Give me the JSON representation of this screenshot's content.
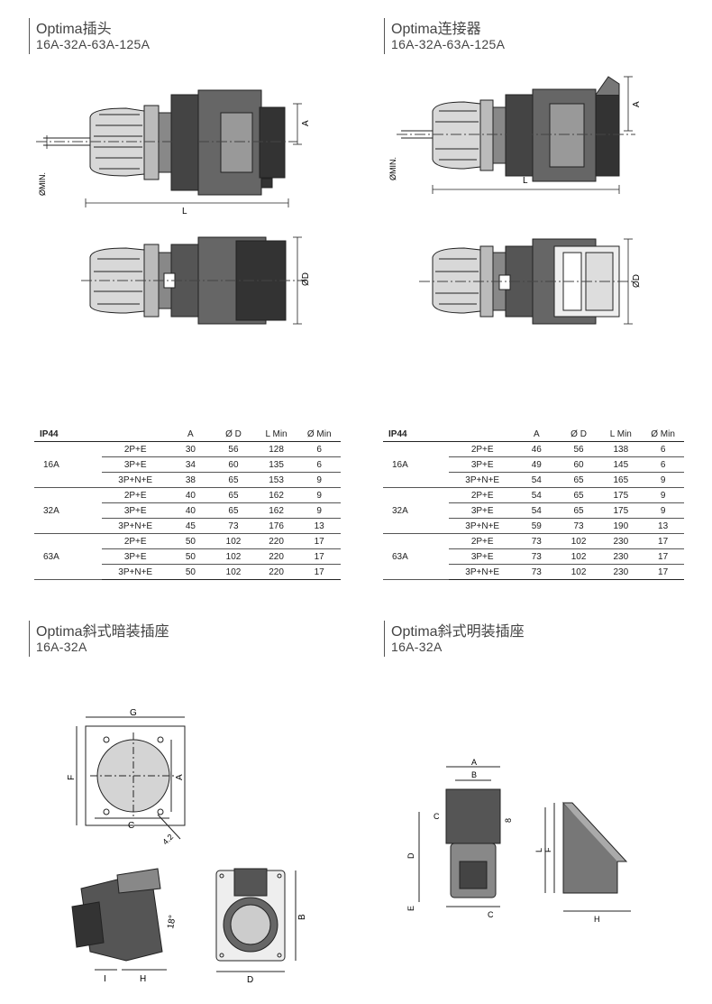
{
  "sections": {
    "plug": {
      "title": "Optima插头",
      "subtitle": "16A-32A-63A-125A"
    },
    "connector": {
      "title": "Optima连接器",
      "subtitle": "16A-32A-63A-125A"
    },
    "flush_socket": {
      "title": "Optima斜式暗装插座",
      "subtitle": "16A-32A"
    },
    "surface_socket": {
      "title": "Optima斜式明装插座",
      "subtitle": "16A-32A"
    }
  },
  "dims": {
    "A": "A",
    "L": "L",
    "D": "ØD",
    "min": "ØMIN.",
    "G": "G",
    "F": "F",
    "C": "C",
    "B": "B",
    "H": "H",
    "I": "I",
    "E": "E",
    "r42": "4.2",
    "angle": "18°",
    "eight": "8"
  },
  "tables": {
    "plug": {
      "headers": [
        "IP44",
        "A",
        "Ø D",
        "L Min",
        "Ø Min"
      ],
      "groups": [
        {
          "rating": "16A",
          "rows": [
            [
              "2P+E",
              "30",
              "56",
              "128",
              "6"
            ],
            [
              "3P+E",
              "34",
              "60",
              "135",
              "6"
            ],
            [
              "3P+N+E",
              "38",
              "65",
              "153",
              "9"
            ]
          ]
        },
        {
          "rating": "32A",
          "rows": [
            [
              "2P+E",
              "40",
              "65",
              "162",
              "9"
            ],
            [
              "3P+E",
              "40",
              "65",
              "162",
              "9"
            ],
            [
              "3P+N+E",
              "45",
              "73",
              "176",
              "13"
            ]
          ]
        },
        {
          "rating": "63A",
          "rows": [
            [
              "2P+E",
              "50",
              "102",
              "220",
              "17"
            ],
            [
              "3P+E",
              "50",
              "102",
              "220",
              "17"
            ],
            [
              "3P+N+E",
              "50",
              "102",
              "220",
              "17"
            ]
          ]
        }
      ]
    },
    "connector": {
      "headers": [
        "IP44",
        "A",
        "Ø D",
        "L Min",
        "Ø Min"
      ],
      "groups": [
        {
          "rating": "16A",
          "rows": [
            [
              "2P+E",
              "46",
              "56",
              "138",
              "6"
            ],
            [
              "3P+E",
              "49",
              "60",
              "145",
              "6"
            ],
            [
              "3P+N+E",
              "54",
              "65",
              "165",
              "9"
            ]
          ]
        },
        {
          "rating": "32A",
          "rows": [
            [
              "2P+E",
              "54",
              "65",
              "175",
              "9"
            ],
            [
              "3P+E",
              "54",
              "65",
              "175",
              "9"
            ],
            [
              "3P+N+E",
              "59",
              "73",
              "190",
              "13"
            ]
          ]
        },
        {
          "rating": "63A",
          "rows": [
            [
              "2P+E",
              "73",
              "102",
              "230",
              "17"
            ],
            [
              "3P+E",
              "73",
              "102",
              "230",
              "17"
            ],
            [
              "3P+N+E",
              "73",
              "102",
              "230",
              "17"
            ]
          ]
        }
      ]
    }
  }
}
